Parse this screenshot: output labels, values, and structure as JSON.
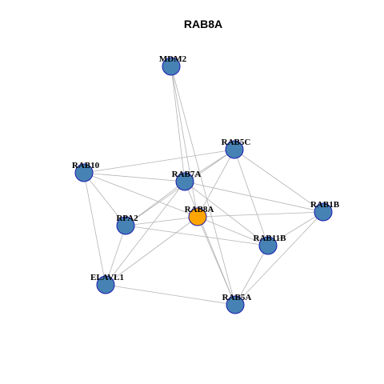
{
  "title": "RAB8A",
  "colors": {
    "node_fill": "#4682b4",
    "node_stroke": "#1a1ab0",
    "center_fill": "#ffa500",
    "edge": "#b4b4b4"
  },
  "center": "RAB8A",
  "nodes": [
    "MDM2",
    "RAB5C",
    "RAB10",
    "RAB7A",
    "RAB8A",
    "RPA2",
    "RAB1B",
    "RAB11B",
    "ELAVL1",
    "RAB5A"
  ],
  "edges": [
    [
      "MDM2",
      "RAB7A"
    ],
    [
      "MDM2",
      "RAB8A"
    ],
    [
      "MDM2",
      "RAB5A"
    ],
    [
      "RAB10",
      "RAB5C"
    ],
    [
      "RAB10",
      "RAB7A"
    ],
    [
      "RAB10",
      "RAB8A"
    ],
    [
      "RAB10",
      "ELAVL1"
    ],
    [
      "RAB10",
      "RPA2"
    ],
    [
      "RAB5C",
      "RAB7A"
    ],
    [
      "RAB5C",
      "RAB8A"
    ],
    [
      "RAB5C",
      "RAB1B"
    ],
    [
      "RAB5C",
      "RAB11B"
    ],
    [
      "RAB5C",
      "RPA2"
    ],
    [
      "RAB7A",
      "RPA2"
    ],
    [
      "RAB7A",
      "RAB1B"
    ],
    [
      "RAB7A",
      "RAB11B"
    ],
    [
      "RAB7A",
      "ELAVL1"
    ],
    [
      "RAB7A",
      "RAB5A"
    ],
    [
      "RAB8A",
      "RPA2"
    ],
    [
      "RAB8A",
      "RAB1B"
    ],
    [
      "RAB8A",
      "RAB11B"
    ],
    [
      "RAB8A",
      "ELAVL1"
    ],
    [
      "RAB8A",
      "RAB5A"
    ],
    [
      "RPA2",
      "RAB11B"
    ],
    [
      "RPA2",
      "ELAVL1"
    ],
    [
      "RAB1B",
      "RAB11B"
    ],
    [
      "RAB1B",
      "RAB5A"
    ],
    [
      "RAB11B",
      "RAB5A"
    ],
    [
      "ELAVL1",
      "RAB5A"
    ]
  ]
}
